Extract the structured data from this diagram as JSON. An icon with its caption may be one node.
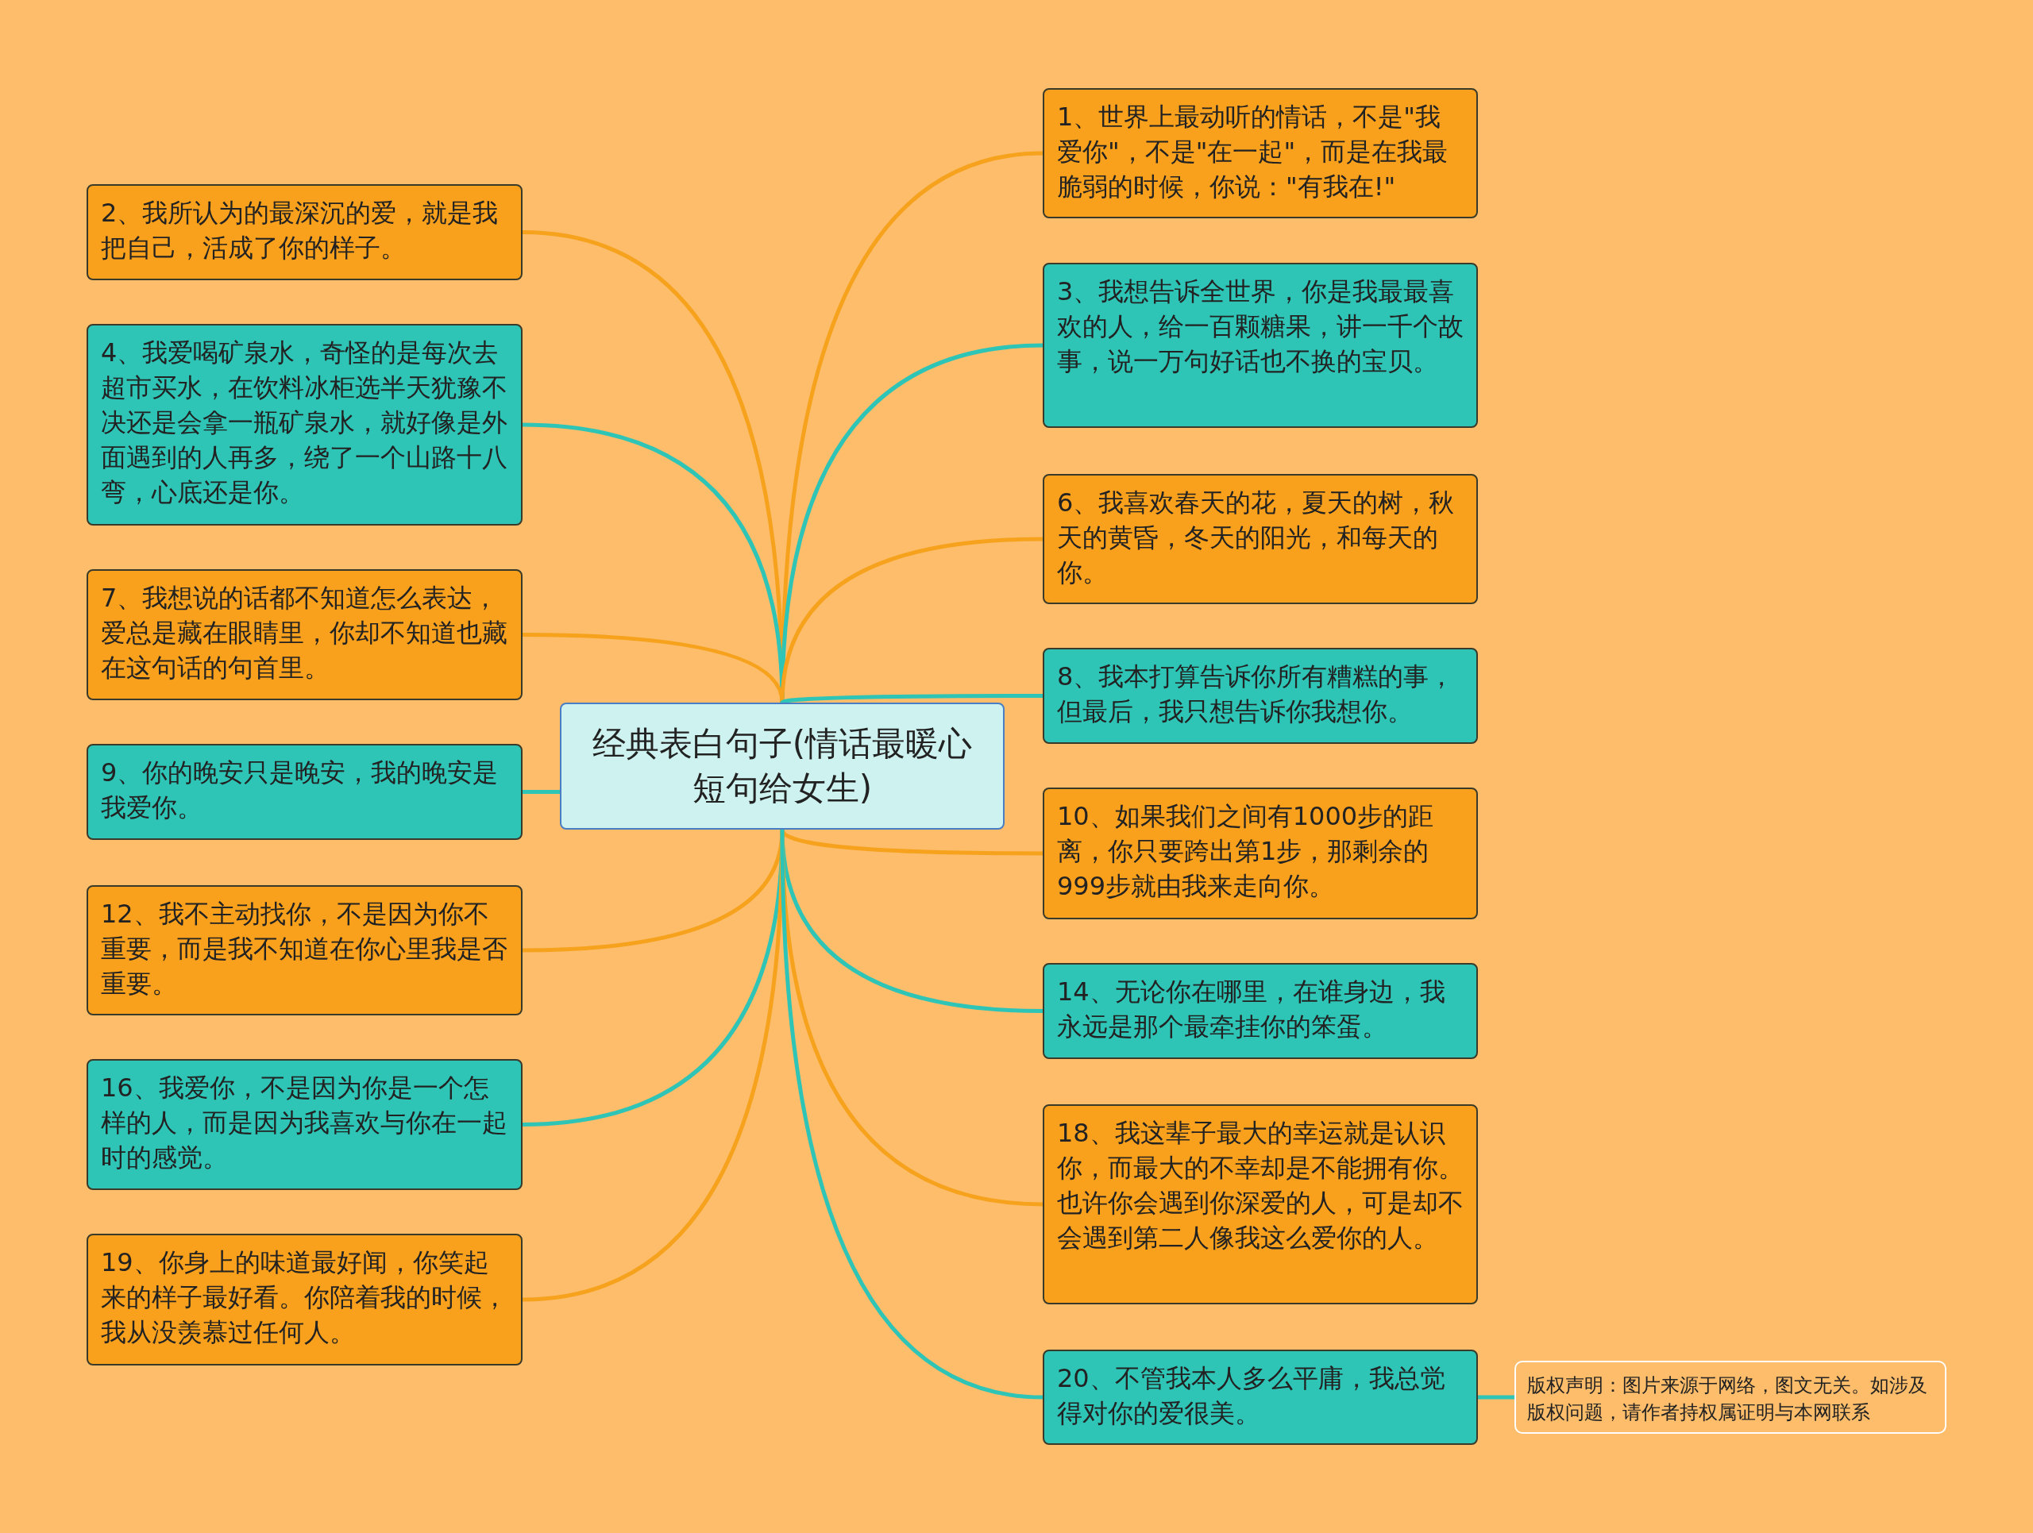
{
  "diagram": {
    "nodes": [
      {
        "text": [
          "经典表白句子(情话最暖心短句给女生)"
        ]
      },
      {
        "text": [
          "1、世界上最动听的情话，不是\"我爱你\"，不是\"在一起\"，而是在我最脆弱的时候，你说：\"有我在!\""
        ]
      },
      {
        "text": [
          "2、我所认为的最深沉的爱，就是我把自己，活成了你的样子。"
        ]
      },
      {
        "text": [
          "3、我想告诉全世界，你是我最最喜欢的人，给一百颗糖果，讲一千个故事，说一万句好话也不换的宝贝。"
        ]
      },
      {
        "text": [
          "4、我爱喝矿泉水，奇怪的是每次去超市买水，在饮料冰柜选半天犹豫不决还是会拿一瓶矿泉水，就好像是外面遇到的人再多，绕了一个山路十八弯，心底还是你。"
        ]
      },
      {
        "text": [
          "6、我喜欢春天的花，夏天的树，秋天的黄昏，冬天的阳光，和每天的你。"
        ]
      },
      {
        "text": [
          "7、我想说的话都不知道怎么表达，爱总是藏在眼睛里，你却不知道也藏在这句话的句首里。"
        ]
      },
      {
        "text": [
          "8、我本打算告诉你所有糟糕的事，但最后，我只想告诉你我想你。"
        ]
      },
      {
        "text": [
          "9、你的晚安只是晚安，我的晚安是我爱你。"
        ]
      },
      {
        "text": [
          "10、如果我们之间有1000步的距离，你只要跨出第1步，那剩余的999步就由我来走向你。"
        ]
      },
      {
        "text": [
          "12、我不主动找你，不是因为你不重要，而是我不知道在你心里我是否重要。"
        ]
      },
      {
        "text": [
          "14、无论你在哪里，在谁身边，我永远是那个最牵挂你的笨蛋。"
        ]
      },
      {
        "text": [
          "16、我爱你，不是因为你是一个怎样的人，而是因为我喜欢与你在一起时的感觉。"
        ]
      },
      {
        "text": [
          "18、我这辈子最大的幸运就是认识你，而最大的不幸却是不能拥有你。也许你会遇到你深爱的人，可是却不会遇到第二人像我这么爱你的人。"
        ]
      },
      {
        "text": [
          "19、你身上的味道最好闻，你笑起来的样子最好看。你陪着我的时候，我从没羡慕过任何人。"
        ]
      },
      {
        "text": [
          "20、不管我本人多么平庸，我总觉得对你的爱很美。"
        ]
      },
      {
        "text": [
          "版权声明：图片来源于网络，图文无关。如涉及版权问题，请作者持权属证明与本网联系"
        ]
      }
    ],
    "edges": [
      {
        "from": 0,
        "to": 1,
        "arrow": "none"
      },
      {
        "from": 0,
        "to": 2,
        "arrow": "none"
      },
      {
        "from": 0,
        "to": 3,
        "arrow": "none",
        "color": "#2ec4b6"
      },
      {
        "from": 0,
        "to": 4,
        "arrow": "none",
        "color": "#2ec4b6"
      },
      {
        "from": 0,
        "to": 5,
        "arrow": "none"
      },
      {
        "from": 0,
        "to": 6,
        "arrow": "none"
      },
      {
        "from": 0,
        "to": 7,
        "arrow": "none",
        "color": "#2ec4b6"
      },
      {
        "from": 0,
        "to": 8,
        "arrow": "none",
        "color": "#2ec4b6"
      },
      {
        "from": 0,
        "to": 9,
        "arrow": "none"
      },
      {
        "from": 0,
        "to": 10,
        "arrow": "none"
      },
      {
        "from": 0,
        "to": 11,
        "arrow": "none",
        "color": "#2ec4b6"
      },
      {
        "from": 0,
        "to": 12,
        "arrow": "none",
        "color": "#2ec4b6"
      },
      {
        "from": 0,
        "to": 13,
        "arrow": "none"
      },
      {
        "from": 0,
        "to": 14,
        "arrow": "none"
      },
      {
        "from": 0,
        "to": 15,
        "arrow": "none",
        "color": "#2ec4b6"
      },
      {
        "from": 15,
        "to": 16,
        "arrow": "none",
        "color": "#2ec4b6"
      }
    ]
  }
}
